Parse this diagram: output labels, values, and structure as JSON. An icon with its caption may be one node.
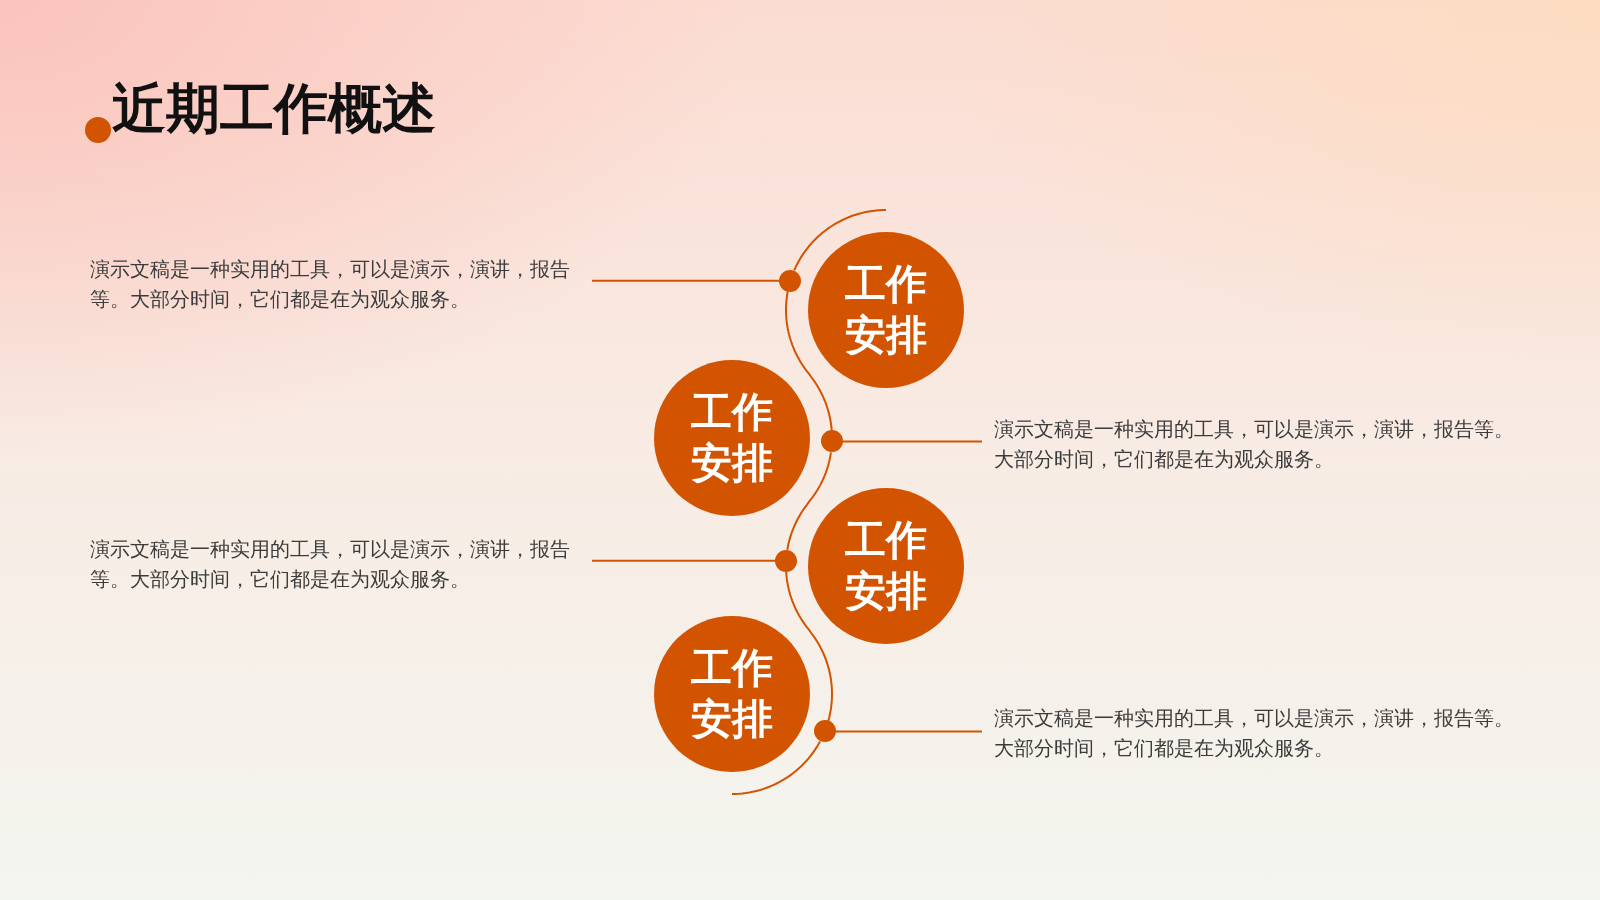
{
  "diagram": {
    "title": "近期工作概述",
    "nodes": [
      {
        "text": [
          "演示文稿是一种实用的工具，可以是演示，演讲，报告等。大部分时间，它们都是在为观众服务。"
        ]
      },
      {
        "text": [],
        "shape": "circle"
      },
      {
        "text": [
          "工作安排"
        ]
      },
      {
        "text": [
          "工作安排"
        ]
      },
      {
        "text": [],
        "shape": "circle"
      },
      {
        "text": [
          "演示文稿是一种实用的工具，可以是演示，演讲，报告等。大部分时间，它们都是在为观众服务。"
        ]
      },
      {
        "text": [
          "演示文稿是一种实用的工具，可以是演示，演讲，报告等。大部分时间，它们都是在为观众服务。"
        ]
      },
      {
        "text": [],
        "shape": "circle"
      },
      {
        "text": [
          "工作安排"
        ]
      },
      {
        "text": [
          "工作安排"
        ]
      },
      {
        "text": [],
        "shape": "circle"
      },
      {
        "text": [
          "演示文稿是一种实用的工具，可以是演示，演讲，报告等。大部分时间，它们都是在为观众服务。"
        ]
      }
    ],
    "edges": [
      {
        "from": 0,
        "to": 1,
        "arrow": "none"
      },
      {
        "from": 5,
        "to": 4,
        "arrow": "none"
      },
      {
        "from": 6,
        "to": 7,
        "arrow": "none"
      },
      {
        "from": 11,
        "to": 10,
        "arrow": "none"
      },
      {
        "from": null,
        "to": 1,
        "arrow": "none"
      },
      {
        "from": 1,
        "to": 4,
        "arrow": "none"
      },
      {
        "from": 4,
        "to": 7,
        "arrow": "none"
      },
      {
        "from": 7,
        "to": 10,
        "arrow": "none"
      },
      {
        "from": 10,
        "to": null,
        "arrow": "none"
      }
    ]
  }
}
